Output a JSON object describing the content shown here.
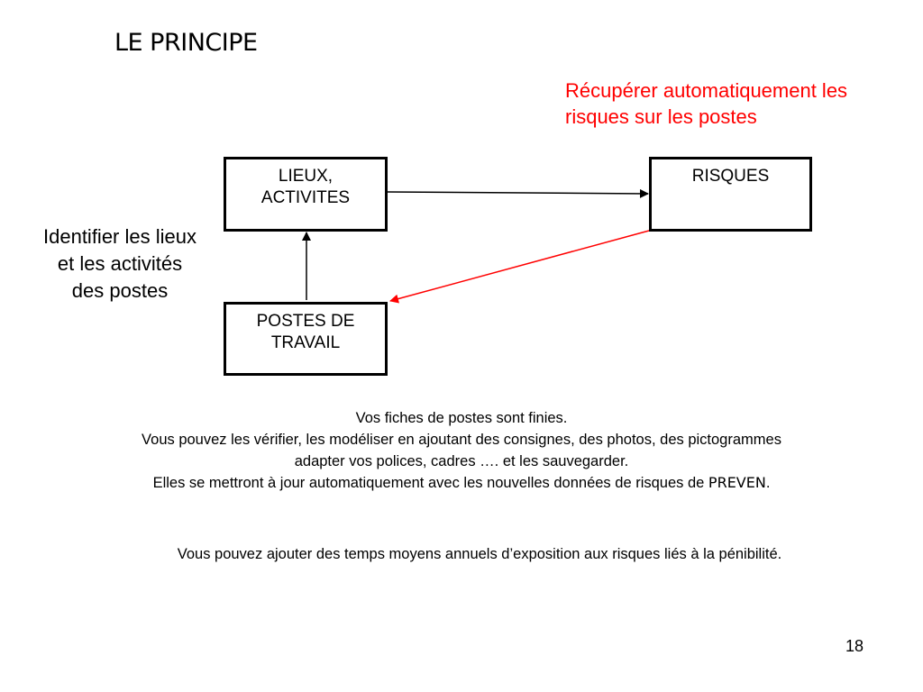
{
  "slide": {
    "title": "LE PRINCIPE",
    "page_number": "18"
  },
  "annotations": {
    "goal_lines": [
      "Récupérer automatiquement les",
      "risques sur les postes"
    ],
    "identify_lines": [
      "Identifier les lieux",
      "et les activités",
      "des postes"
    ]
  },
  "diagram": {
    "lieux_lines": [
      "LIEUX,",
      "ACTIVITES"
    ],
    "risques_lines": [
      "RISQUES"
    ],
    "postes_lines": [
      "POSTES DE",
      "TRAVAIL"
    ]
  },
  "info": {
    "line1": "Vos fiches de postes sont finies.",
    "line2": "Vous pouvez les vérifier, les modéliser en ajoutant des consignes, des photos, des pictogrammes",
    "line3": "adapter vos polices, cadres …. et les sauvegarder.",
    "line4_prefix": "Elles se mettront à jour automatiquement avec les nouvelles données de risques de ",
    "line4_brand": "PREVEN",
    "line4_suffix": ".",
    "extra": "Vous pouvez ajouter des temps moyens annuels d’exposition aux risques liés à la pénibilité."
  },
  "colors": {
    "accent": "#ff0000",
    "text": "#000000",
    "background": "#ffffff"
  }
}
